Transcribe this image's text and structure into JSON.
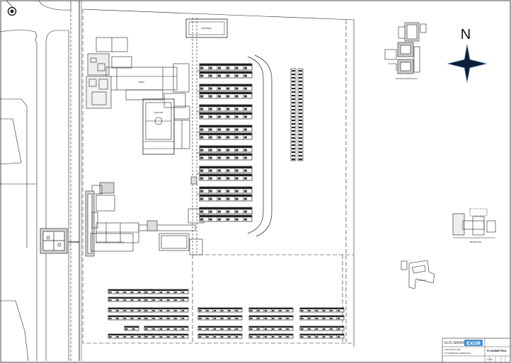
{
  "compass": {
    "letter": "N",
    "icon": "north-star-icon"
  },
  "labels": {
    "north_building": "PORTINERIA",
    "canteen": "MENSA",
    "sports_hall": "PALESTRA",
    "northeast_facility": "CENTRALE TECNOLOGICA",
    "east_facility": "DEPURATORE",
    "lower_right_building": "ALLOGGI"
  },
  "title_block": {
    "brand": "ELIC-NAVAS",
    "brand_badge": "EXOR",
    "project": "ARCHITETTURA",
    "subtitle": "PLANIMETRIA GENERALE",
    "drawing_code": "PLANIMETRIA",
    "scale": "1:500"
  },
  "colors": {
    "line": "#222222",
    "compass_star": "#0b1e3a",
    "badge": "#3f8fd0"
  },
  "summary": {
    "dormitory_blocks": 8,
    "vertical_row_units": 2
  }
}
